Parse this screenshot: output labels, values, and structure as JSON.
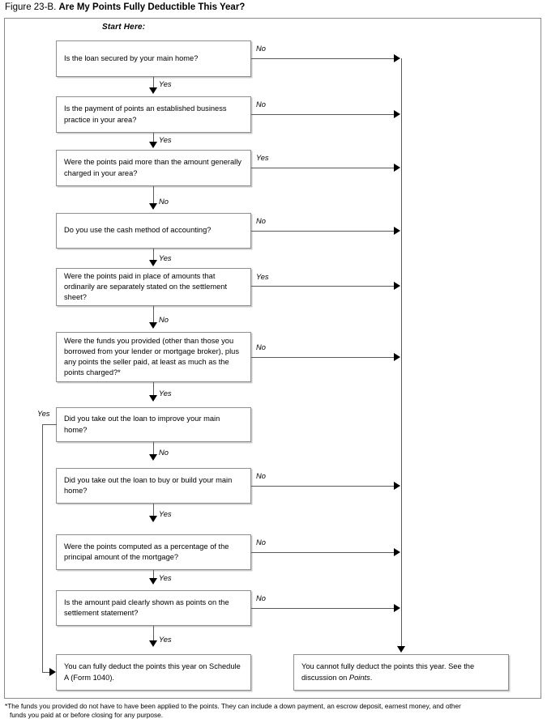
{
  "figure": {
    "label": "Figure 23-B.",
    "title": "Are My Points Fully Deductible This Year?"
  },
  "start_label": "Start Here:",
  "chart_data": {
    "type": "diagram",
    "title": "Are My Points Fully Deductible This Year?",
    "diagram_kind": "flowchart",
    "yes_label": "Yes",
    "no_label": "No"
  },
  "nodes": [
    {
      "id": "q1",
      "text": "Is the loan secured by your main home?",
      "yes": "Yes",
      "no": "No",
      "no_exit": "right",
      "yes_exit": "down"
    },
    {
      "id": "q2",
      "text": "Is the payment of points an established business practice in your area?",
      "yes": "Yes",
      "no": "No",
      "no_exit": "right",
      "yes_exit": "down"
    },
    {
      "id": "q3",
      "text": "Were the points paid more than the amount generally charged in your area?",
      "yes": "Yes",
      "no": "No",
      "no_exit": "down",
      "yes_exit": "right"
    },
    {
      "id": "q4",
      "text": "Do you use the cash method of accounting?",
      "yes": "Yes",
      "no": "No",
      "no_exit": "right",
      "yes_exit": "down"
    },
    {
      "id": "q5",
      "text": "Were the points paid in place of amounts that ordinarily are separately stated on the settlement sheet?",
      "yes": "Yes",
      "no": "No",
      "no_exit": "down",
      "yes_exit": "right"
    },
    {
      "id": "q6",
      "text": "Were the funds you provided (other than those you borrowed from your lender or mortgage broker), plus any points the seller paid, at least as much as the points charged?*",
      "yes": "Yes",
      "no": "No",
      "no_exit": "right",
      "yes_exit": "down"
    },
    {
      "id": "q7",
      "text": "Did you take out the loan to improve your main home?",
      "yes": "Yes",
      "no": "No",
      "no_exit": "down",
      "yes_exit": "left"
    },
    {
      "id": "q8",
      "text": "Did you take out the loan to buy or build your main home?",
      "yes": "Yes",
      "no": "No",
      "no_exit": "right",
      "yes_exit": "down"
    },
    {
      "id": "q9",
      "text": "Were the points computed as a percentage of the principal amount of the mortgage?",
      "yes": "Yes",
      "no": "No",
      "no_exit": "right",
      "yes_exit": "down"
    },
    {
      "id": "q10",
      "text": "Is the amount paid clearly shown as points on the settlement statement?",
      "yes": "Yes",
      "no": "No",
      "no_exit": "right",
      "yes_exit": "down"
    }
  ],
  "outcomes": {
    "deductible": "You can fully deduct the points this year on Schedule A (Form 1040).",
    "not_deductible_a": "You cannot fully deduct the points this year. See the discussion on ",
    "not_deductible_italic": "Points",
    "not_deductible_b": "."
  },
  "edge_labels": {
    "q1_no": "No",
    "q1_yes": "Yes",
    "q2_no": "No",
    "q2_yes": "Yes",
    "q3_yes": "Yes",
    "q3_no": "No",
    "q4_no": "No",
    "q4_yes": "Yes",
    "q5_yes": "Yes",
    "q5_no": "No",
    "q6_no": "No",
    "q6_yes": "Yes",
    "q7_yes": "Yes",
    "q7_no": "No",
    "q8_no": "No",
    "q8_yes": "Yes",
    "q9_no": "No",
    "q9_yes": "Yes",
    "q10_no": "No",
    "q10_yes": "Yes"
  },
  "footnote": {
    "line1": "*The funds you provided do not have to have been applied to the points. They can include a down payment, an escrow deposit, earnest money, and other",
    "line2": "funds you paid at or before closing for any purpose."
  }
}
